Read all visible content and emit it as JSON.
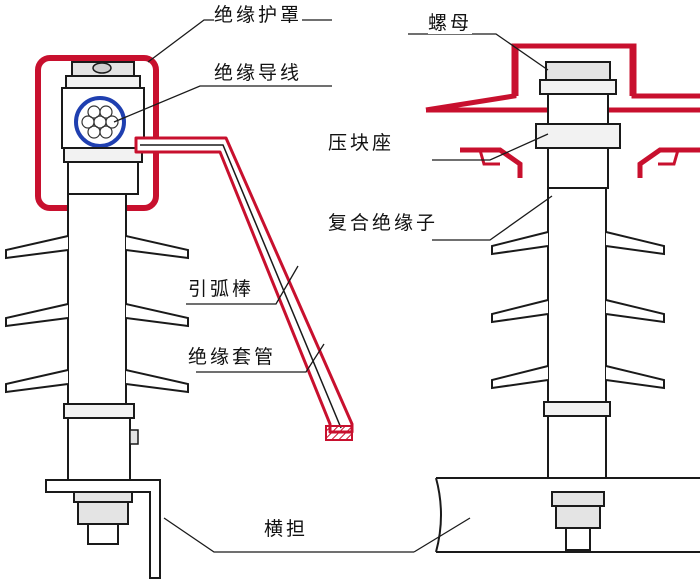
{
  "labels": {
    "insulating_cover": "绝缘护罩",
    "insulated_wire": "绝缘导线",
    "nut": "螺母",
    "clamp_base": "压块座",
    "composite_insulator": "复合绝缘子",
    "arc_rod": "引弧棒",
    "insulating_sleeve": "绝缘套管",
    "cross_arm": "横担"
  },
  "colors": {
    "cover_red": "#c8102e",
    "line": "#1a1a1a",
    "wire_blue": "#1f3fb0",
    "fill_gray": "#e4e4e4",
    "fill_light": "#f2f2f2"
  }
}
